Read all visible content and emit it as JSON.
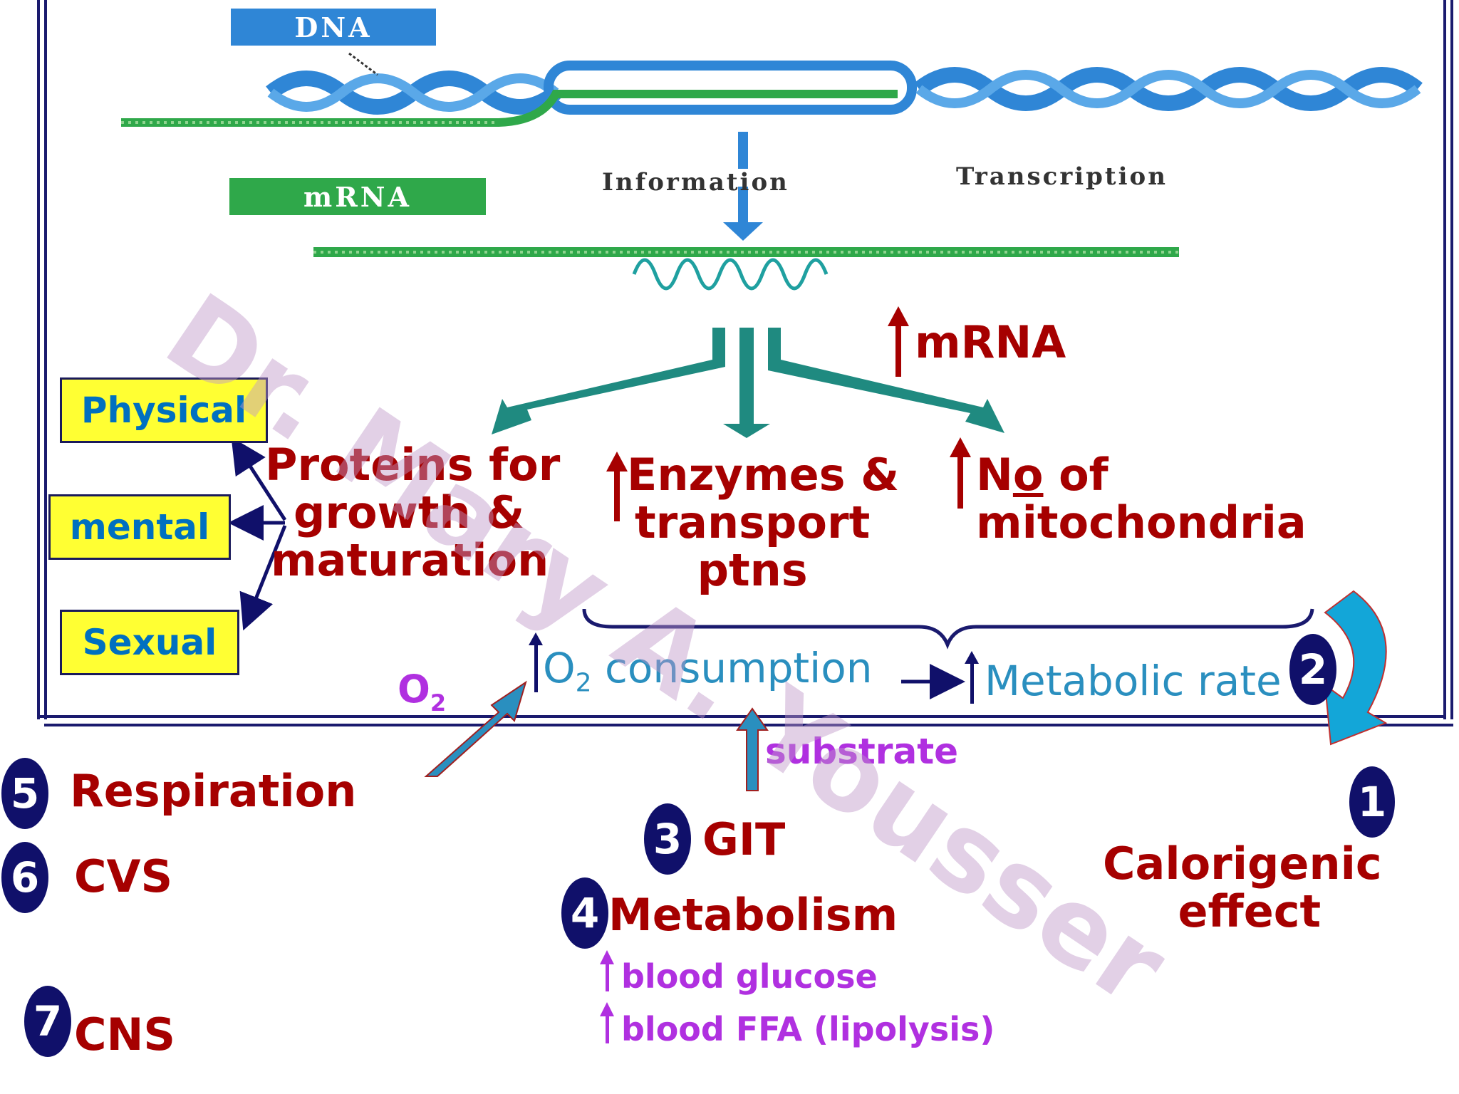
{
  "diagram": {
    "dna_label": "DNA",
    "mrna_label": "mRNA",
    "information_label": "Information",
    "transcription_label": "Transcription",
    "mrna_increase": "mRNA",
    "outcomes": {
      "proteins": [
        "Proteins for",
        "growth &",
        "maturation"
      ],
      "enzymes": [
        "Enzymes &",
        "transport",
        "ptns"
      ],
      "mitochondria": [
        "N",
        "o",
        " of",
        "mitochondria"
      ]
    },
    "growth_types": [
      "Physical",
      "mental",
      "Sexual"
    ],
    "o2_label": "O",
    "o2_sub": "2",
    "o2_consumption": {
      "main": "O",
      "sub": "2",
      "rest": " consumption"
    },
    "metabolic_rate": "Metabolic rate",
    "substrate": "substrate",
    "effects": [
      {
        "num": "1",
        "lines": [
          "Calorigenic",
          "effect"
        ]
      },
      {
        "num": "2"
      },
      {
        "num": "3",
        "lines": [
          "GIT"
        ]
      },
      {
        "num": "4",
        "lines": [
          "Metabolism"
        ]
      },
      {
        "num": "5",
        "lines": [
          "Respiration"
        ]
      },
      {
        "num": "6",
        "lines": [
          "CVS"
        ]
      },
      {
        "num": "7",
        "lines": [
          "CNS"
        ]
      }
    ],
    "metabolism_details": [
      "blood glucose",
      "blood FFA (lipolysis)"
    ],
    "watermark": "Dr. Mary A. Yousser"
  },
  "colors": {
    "dark_red": "#a60000",
    "navy": "#10106a",
    "purple": "#b030e0",
    "teal_text": "#2a8fbf",
    "yellow_box": "#ffff33",
    "box_text": "#0070c0",
    "dna_blue": "#2f86d6",
    "mrna_green": "#2fa84a",
    "arrow_teal": "#1f8a80"
  }
}
